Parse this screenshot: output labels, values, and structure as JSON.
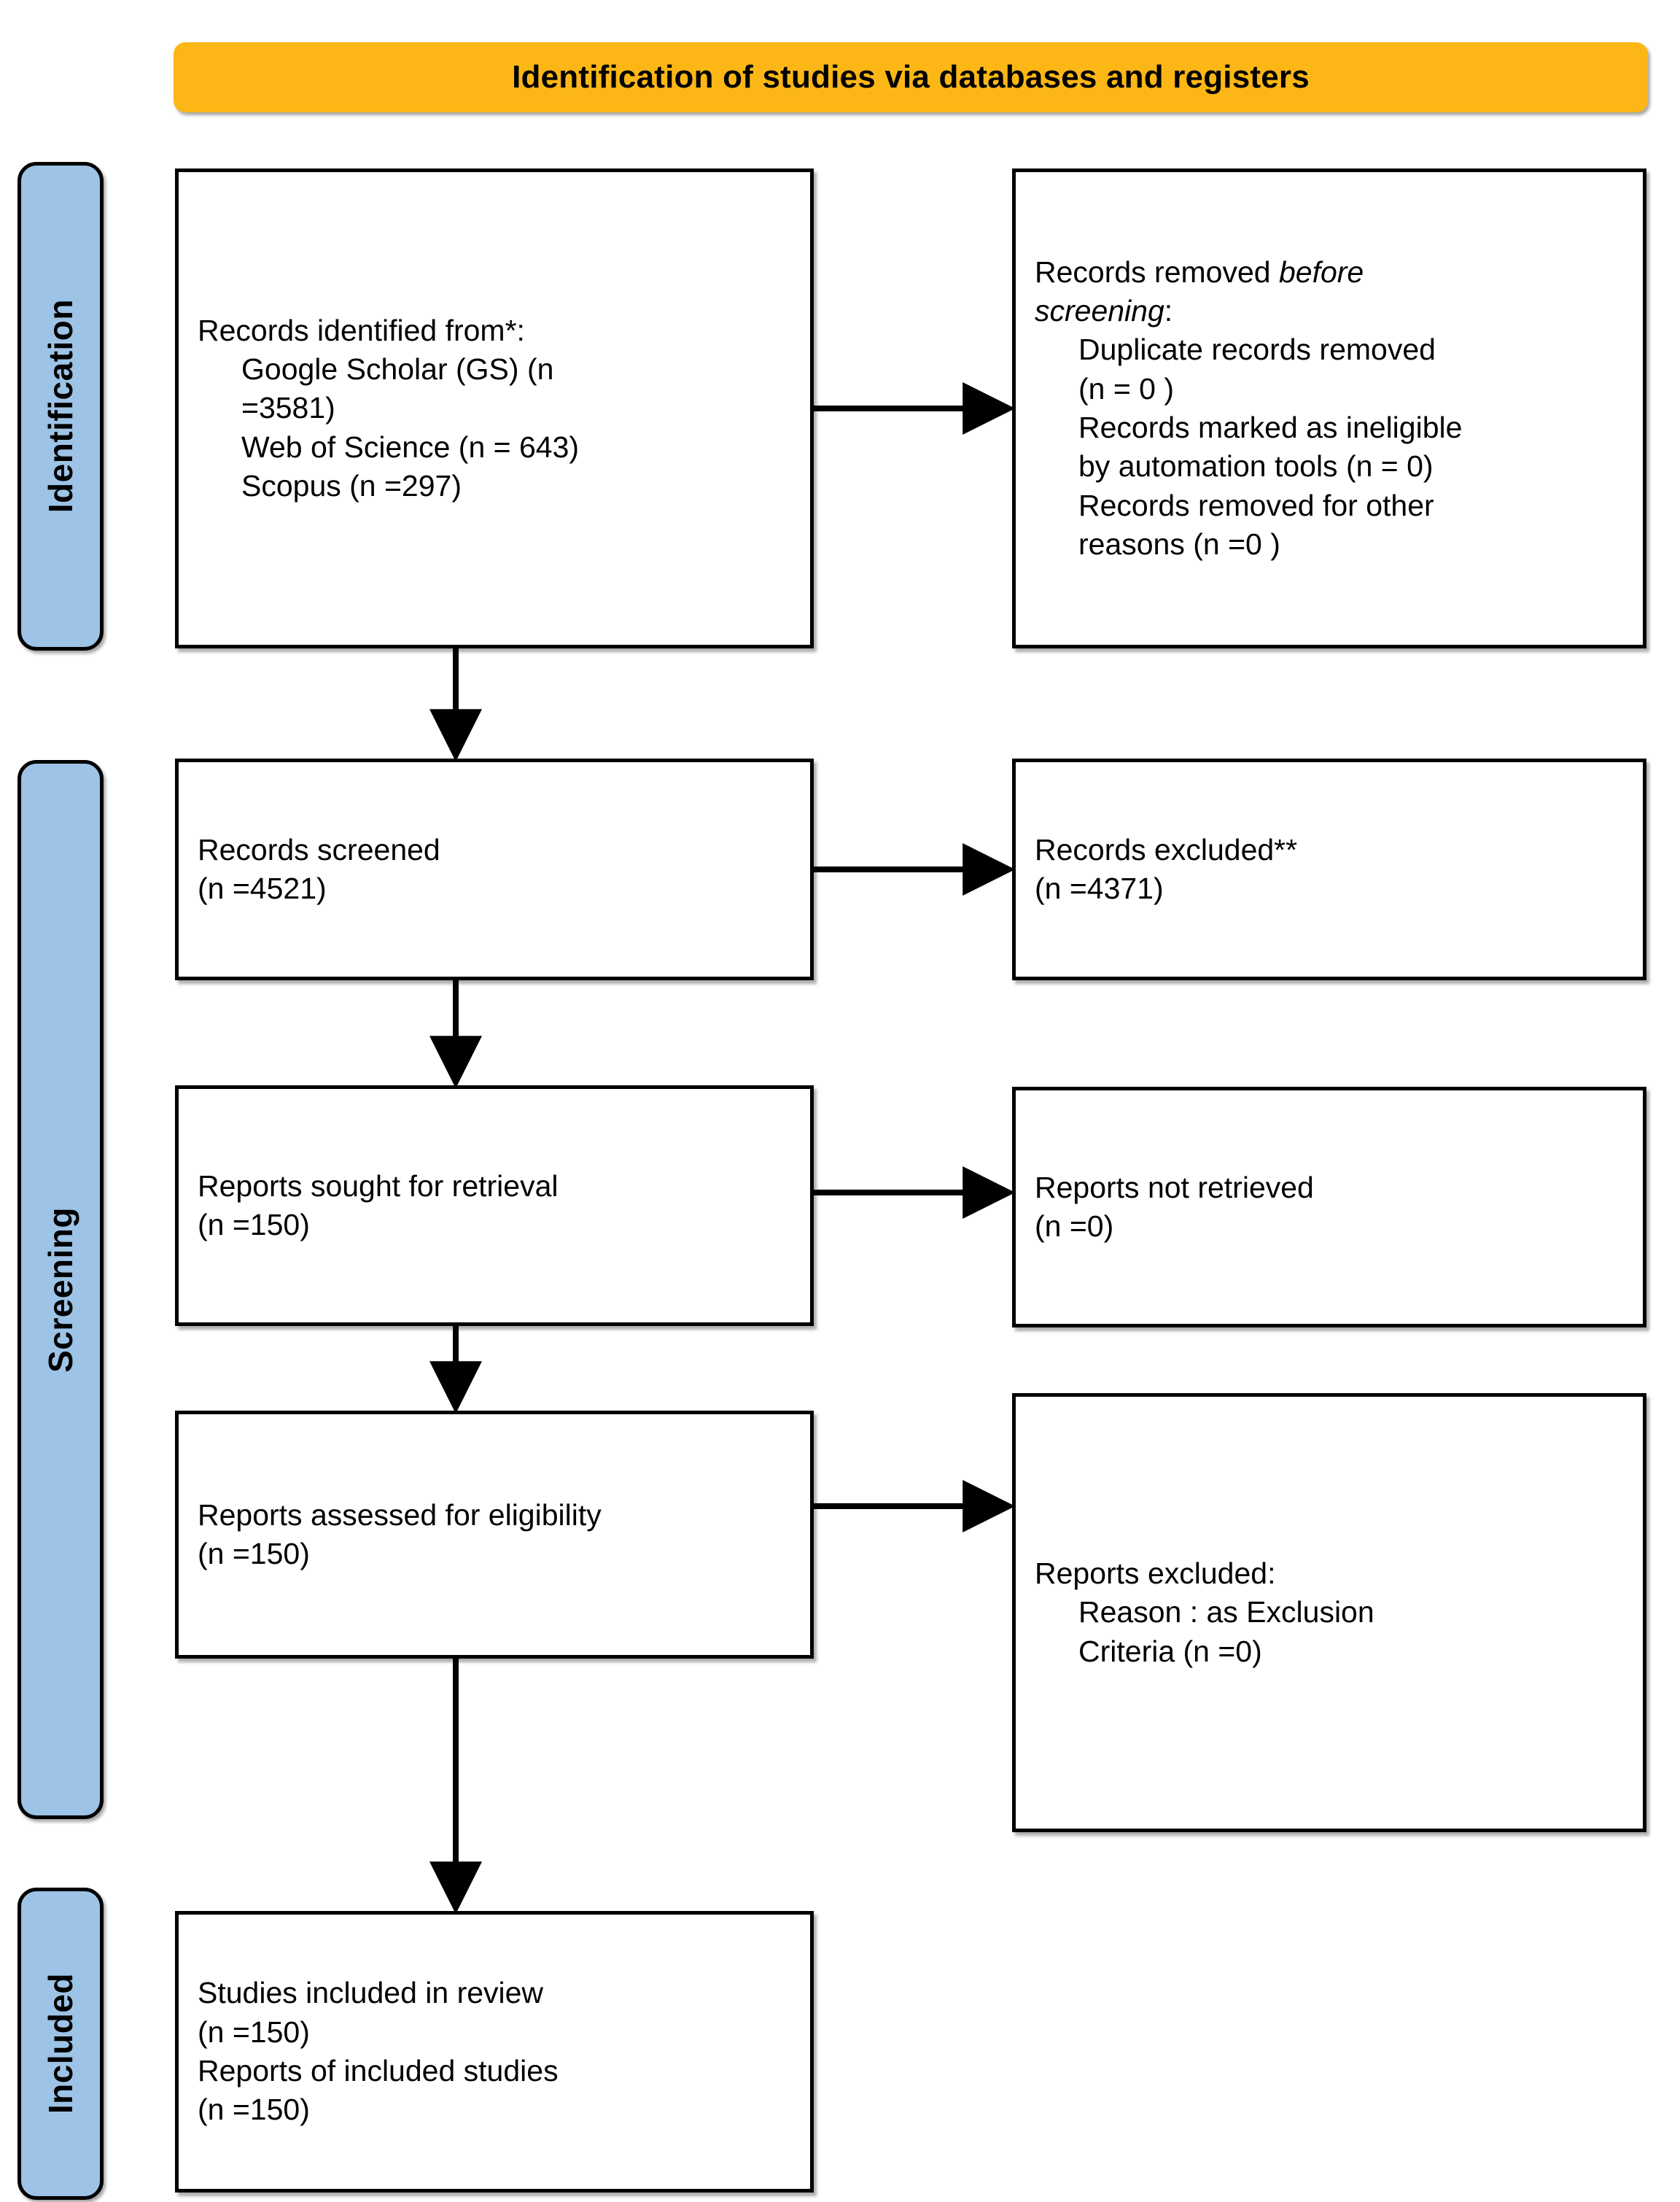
{
  "banner": {
    "title": "Identification of studies via databases and registers",
    "color": "#FCB716"
  },
  "stages": {
    "color": "#9DC3E6",
    "identification": "Identification",
    "screening": "Screening",
    "included": "Included"
  },
  "boxes": {
    "identified": {
      "heading": "Records identified from*:",
      "lines": [
        "Google Scholar (GS) (n",
        "=3581)",
        "Web of Science (n = 643)",
        "Scopus (n =297)"
      ]
    },
    "removed": {
      "heading_plain": "Records removed ",
      "heading_italic": "before",
      "heading_italic2": "screening",
      "heading_colon": ":",
      "lines": [
        "Duplicate records removed",
        "(n = 0 )",
        "Records marked as ineligible",
        "by automation tools (n = 0)",
        "Records removed for other",
        "reasons (n =0 )"
      ]
    },
    "screened": {
      "line1": "Records screened",
      "line2": "(n =4521)"
    },
    "excluded1": {
      "line1": "Records excluded**",
      "line2": "(n =4371)"
    },
    "sought": {
      "line1": "Reports sought for retrieval",
      "line2": "(n =150)"
    },
    "not_retrieved": {
      "line1": "Reports not retrieved",
      "line2": "(n =0)"
    },
    "assessed": {
      "line1": "Reports assessed for eligibility",
      "line2": "(n =150)"
    },
    "excluded2": {
      "heading": "Reports excluded:",
      "lines": [
        "Reason : as Exclusion",
        "Criteria (n =0)"
      ]
    },
    "included": {
      "line1": "Studies included in review",
      "line2": "(n =150)",
      "line3": "Reports of included studies",
      "line4": "(n =150)"
    }
  }
}
